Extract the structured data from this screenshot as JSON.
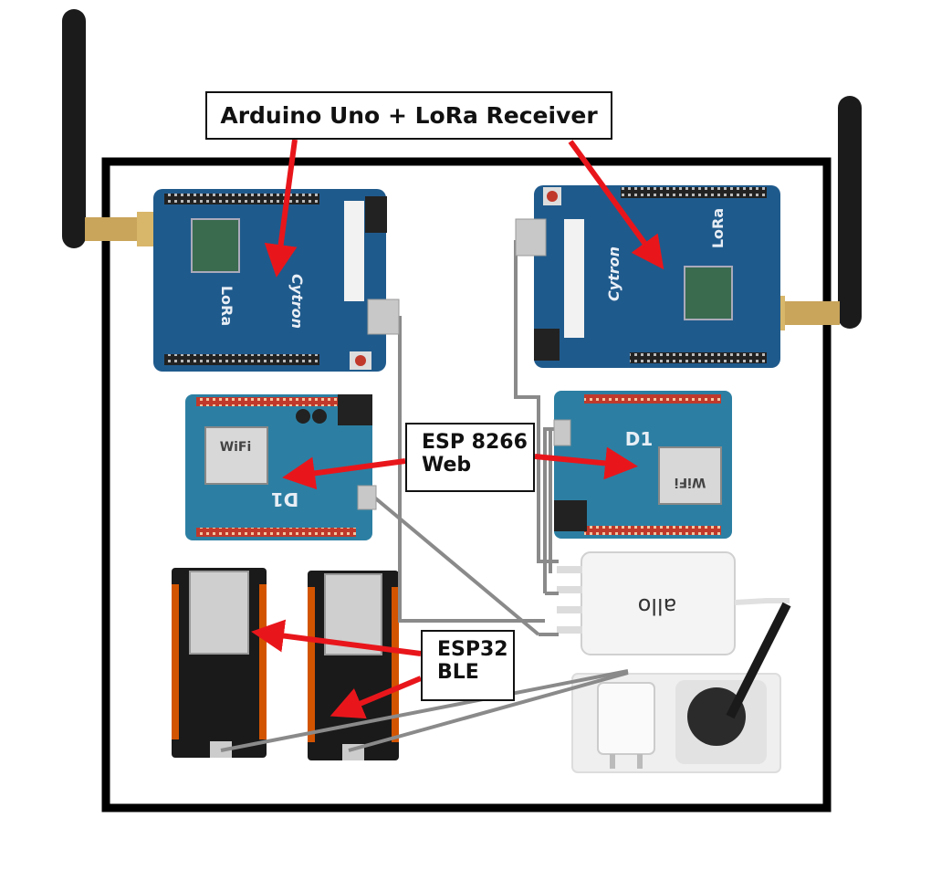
{
  "labels": {
    "lora": "Arduino Uno + LoRa Receiver",
    "esp8266": [
      "ESP  8266",
      "Web"
    ],
    "esp32": [
      "ESP32",
      "BLE"
    ]
  },
  "board_text": {
    "cytron": "Cytron",
    "lora": "LoRa",
    "wifi": "WiFi",
    "d1": "D1",
    "charger": "allo"
  },
  "colors": {
    "enclosure": "#000000",
    "board_blue": "#1f5a8c",
    "wemos_blue": "#2c7fa3",
    "esp32_black": "#1a1a1a",
    "arrow": "#e8161b",
    "cable": "#8a8a8a"
  }
}
